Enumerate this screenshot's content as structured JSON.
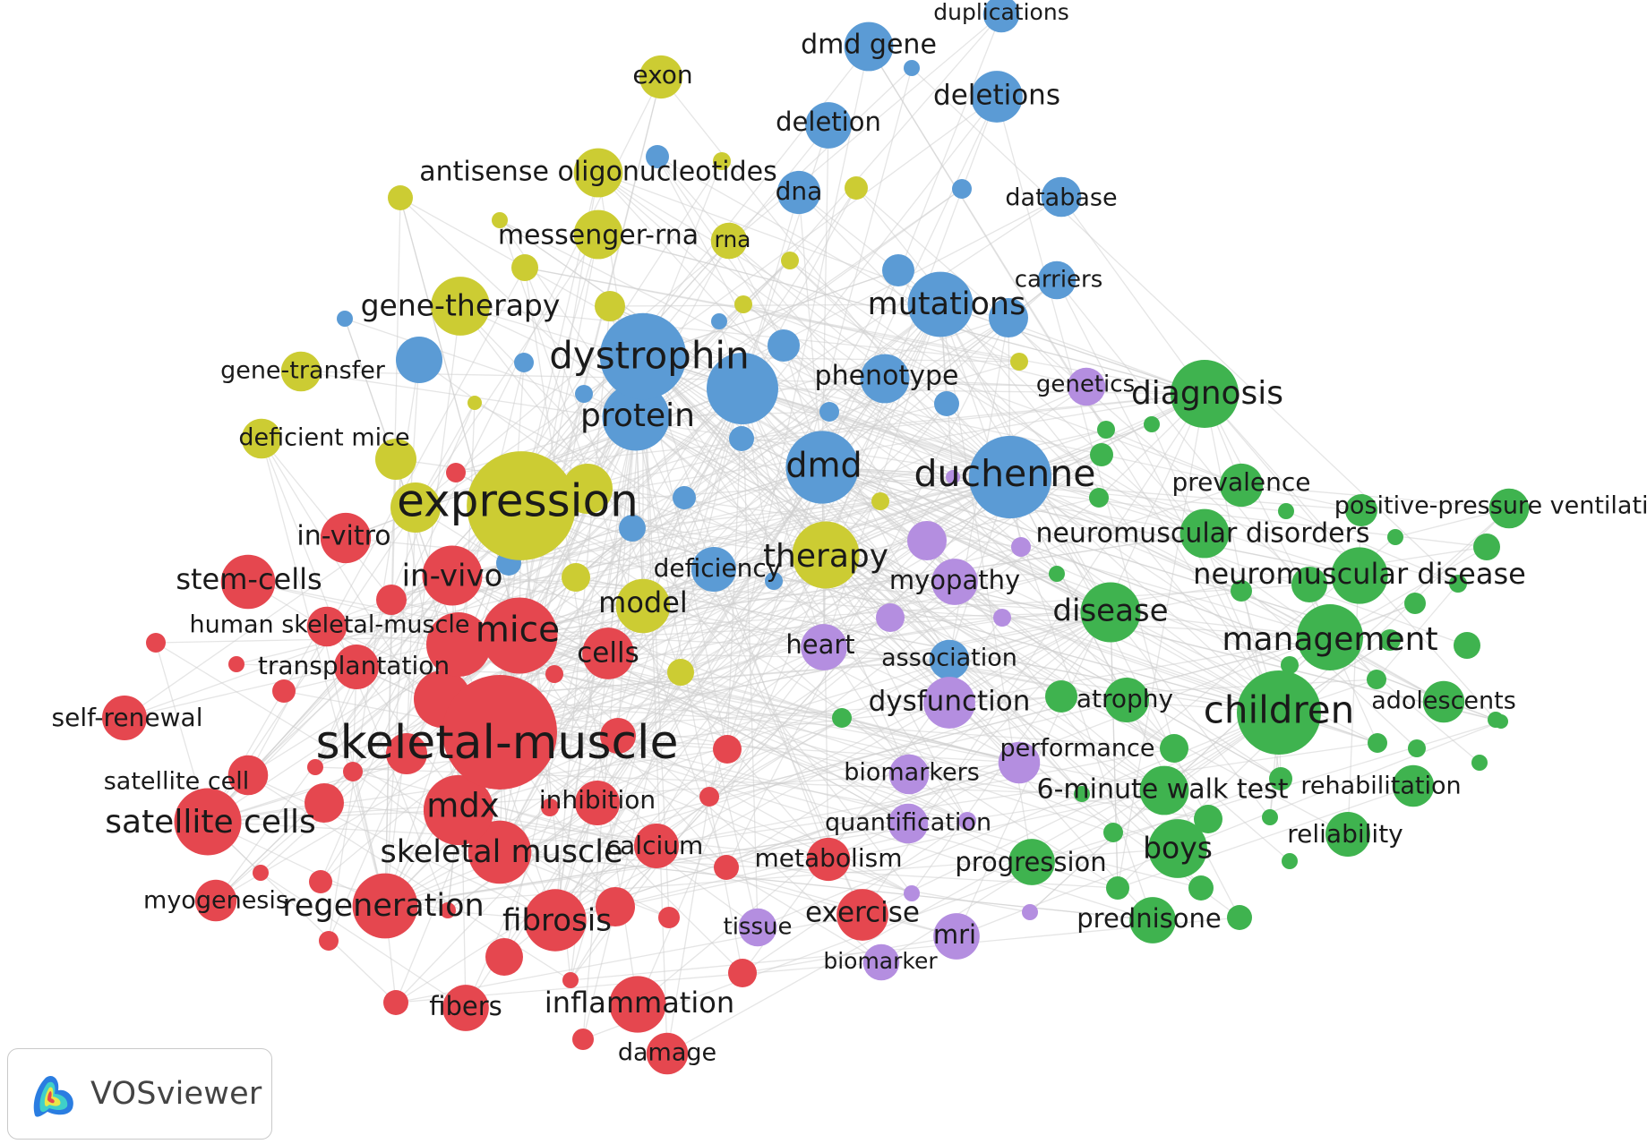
{
  "cluster_colors": {
    "red": "#e5474f",
    "green": "#3fb34f",
    "blue": "#5b9bd5",
    "yellow": "#cccc33",
    "purple": "#b48ee0"
  },
  "edge_color": "#cfcfcf",
  "brand": {
    "name": "VOSviewer",
    "icon": "vosviewer-heatmap-icon"
  },
  "network": {
    "nodes": [
      {
        "id": "skeletal-muscle",
        "label": "skeletal-muscle",
        "cluster": "red",
        "weight": 100
      },
      {
        "id": "expression",
        "label": "expression",
        "cluster": "yellow",
        "weight": 90
      },
      {
        "id": "dystrophin",
        "label": "dystrophin",
        "cluster": "blue",
        "weight": 55
      },
      {
        "id": "duchenne",
        "label": "duchenne",
        "cluster": "blue",
        "weight": 50
      },
      {
        "id": "children",
        "label": "children",
        "cluster": "green",
        "weight": 52
      },
      {
        "id": "mice",
        "label": "mice",
        "cluster": "red",
        "weight": 42
      },
      {
        "id": "mdx",
        "label": "mdx",
        "cluster": "red",
        "weight": 35
      },
      {
        "id": "protein",
        "label": "protein",
        "cluster": "blue",
        "weight": 32
      },
      {
        "id": "dmd",
        "label": "dmd",
        "cluster": "blue",
        "weight": 38
      },
      {
        "id": "mutations",
        "label": "mutations",
        "cluster": "blue",
        "weight": 30
      },
      {
        "id": "diagnosis",
        "label": "diagnosis",
        "cluster": "green",
        "weight": 33
      },
      {
        "id": "management",
        "label": "management",
        "cluster": "green",
        "weight": 31
      },
      {
        "id": "therapy",
        "label": "therapy",
        "cluster": "yellow",
        "weight": 32
      },
      {
        "id": "satellite-cells",
        "label": "satellite cells",
        "cluster": "red",
        "weight": 32
      },
      {
        "id": "skeletal-muscle-2",
        "label": "skeletal muscle",
        "cluster": "red",
        "weight": 28
      },
      {
        "id": "regeneration",
        "label": "regeneration",
        "cluster": "red",
        "weight": 30
      },
      {
        "id": "fibrosis",
        "label": "fibrosis",
        "cluster": "red",
        "weight": 27
      },
      {
        "id": "inflammation",
        "label": "inflammation",
        "cluster": "red",
        "weight": 22
      },
      {
        "id": "gene-therapy",
        "label": "gene-therapy",
        "cluster": "yellow",
        "weight": 24
      },
      {
        "id": "in-vivo",
        "label": "in-vivo",
        "cluster": "red",
        "weight": 25
      },
      {
        "id": "stem-cells",
        "label": "stem-cells",
        "cluster": "red",
        "weight": 20
      },
      {
        "id": "disease",
        "label": "disease",
        "cluster": "green",
        "weight": 25
      },
      {
        "id": "neuromuscular-disease",
        "label": "neuromuscular disease",
        "cluster": "green",
        "weight": 22
      },
      {
        "id": "boys",
        "label": "boys",
        "cluster": "green",
        "weight": 24
      },
      {
        "id": "model",
        "label": "model",
        "cluster": "yellow",
        "weight": 20
      },
      {
        "id": "myopathy",
        "label": "myopathy",
        "cluster": "purple",
        "weight": 14
      },
      {
        "id": "dysfunction",
        "label": "dysfunction",
        "cluster": "purple",
        "weight": 18
      },
      {
        "id": "heart",
        "label": "heart",
        "cluster": "purple",
        "weight": 14
      },
      {
        "id": "deletions",
        "label": "deletions",
        "cluster": "blue",
        "weight": 18
      },
      {
        "id": "dmd-gene",
        "label": "dmd gene",
        "cluster": "blue",
        "weight": 16
      },
      {
        "id": "deletion",
        "label": "deletion",
        "cluster": "blue",
        "weight": 14
      },
      {
        "id": "antisense-oligonucleotides",
        "label": "antisense oligonucleotides",
        "cluster": "yellow",
        "weight": 16
      },
      {
        "id": "messenger-rna",
        "label": "messenger-rna",
        "cluster": "yellow",
        "weight": 16
      },
      {
        "id": "exon",
        "label": "exon",
        "cluster": "yellow",
        "weight": 12
      },
      {
        "id": "rna",
        "label": "rna",
        "cluster": "yellow",
        "weight": 8
      },
      {
        "id": "dna",
        "label": "dna",
        "cluster": "blue",
        "weight": 12
      },
      {
        "id": "database",
        "label": "database",
        "cluster": "blue",
        "weight": 10
      },
      {
        "id": "carriers",
        "label": "carriers",
        "cluster": "blue",
        "weight": 9
      },
      {
        "id": "duplications",
        "label": "duplications",
        "cluster": "blue",
        "weight": 8
      },
      {
        "id": "phenotype",
        "label": "phenotype",
        "cluster": "blue",
        "weight": 16
      },
      {
        "id": "deficiency",
        "label": "deficiency",
        "cluster": "blue",
        "weight": 13
      },
      {
        "id": "genetics",
        "label": "genetics",
        "cluster": "purple",
        "weight": 9
      },
      {
        "id": "prevalence",
        "label": "prevalence",
        "cluster": "green",
        "weight": 12
      },
      {
        "id": "positive-pressure-ventilation",
        "label": "positive-pressure ventilation",
        "cluster": "green",
        "weight": 10
      },
      {
        "id": "neuromuscular-disorders",
        "label": "neuromuscular disorders",
        "cluster": "green",
        "weight": 16
      },
      {
        "id": "in-vitro",
        "label": "in-vitro",
        "cluster": "red",
        "weight": 17
      },
      {
        "id": "human-skeletal-muscle",
        "label": "human skeletal-muscle",
        "cluster": "red",
        "weight": 10
      },
      {
        "id": "transplantation",
        "label": "transplantation",
        "cluster": "red",
        "weight": 13
      },
      {
        "id": "cells",
        "label": "cells",
        "cluster": "red",
        "weight": 18
      },
      {
        "id": "self-renewal",
        "label": "self-renewal",
        "cluster": "red",
        "weight": 13
      },
      {
        "id": "satellite-cell",
        "label": "satellite cell",
        "cluster": "red",
        "weight": 10
      },
      {
        "id": "myogenesis",
        "label": "myogenesis",
        "cluster": "red",
        "weight": 11
      },
      {
        "id": "inhibition",
        "label": "inhibition",
        "cluster": "red",
        "weight": 13
      },
      {
        "id": "calcium",
        "label": "calcium",
        "cluster": "red",
        "weight": 13
      },
      {
        "id": "fibers",
        "label": "fibers",
        "cluster": "red",
        "weight": 14
      },
      {
        "id": "damage",
        "label": "damage",
        "cluster": "red",
        "weight": 11
      },
      {
        "id": "metabolism",
        "label": "metabolism",
        "cluster": "red",
        "weight": 12
      },
      {
        "id": "exercise",
        "label": "exercise",
        "cluster": "red",
        "weight": 18
      },
      {
        "id": "gene-transfer",
        "label": "gene-transfer",
        "cluster": "yellow",
        "weight": 10
      },
      {
        "id": "deficient-mice",
        "label": "deficient mice",
        "cluster": "yellow",
        "weight": 10
      },
      {
        "id": "association",
        "label": "association",
        "cluster": "blue",
        "weight": 10
      },
      {
        "id": "atrophy",
        "label": "atrophy",
        "cluster": "green",
        "weight": 13
      },
      {
        "id": "adolescents",
        "label": "adolescents",
        "cluster": "green",
        "weight": 11
      },
      {
        "id": "performance",
        "label": "performance",
        "cluster": "purple",
        "weight": 11
      },
      {
        "id": "biomarkers",
        "label": "biomarkers",
        "cluster": "purple",
        "weight": 10
      },
      {
        "id": "6-minute-walk-test",
        "label": "6-minute walk test",
        "cluster": "green",
        "weight": 16
      },
      {
        "id": "rehabilitation",
        "label": "rehabilitation",
        "cluster": "green",
        "weight": 11
      },
      {
        "id": "quantification",
        "label": "quantification",
        "cluster": "purple",
        "weight": 10
      },
      {
        "id": "reliability",
        "label": "reliability",
        "cluster": "green",
        "weight": 13
      },
      {
        "id": "progression",
        "label": "progression",
        "cluster": "green",
        "weight": 14
      },
      {
        "id": "prednisone",
        "label": "prednisone",
        "cluster": "green",
        "weight": 14
      },
      {
        "id": "tissue",
        "label": "tissue",
        "cluster": "purple",
        "weight": 9
      },
      {
        "id": "mri",
        "label": "mri",
        "cluster": "purple",
        "weight": 14
      },
      {
        "id": "biomarker",
        "label": "biomarker",
        "cluster": "purple",
        "weight": 8
      }
    ]
  }
}
